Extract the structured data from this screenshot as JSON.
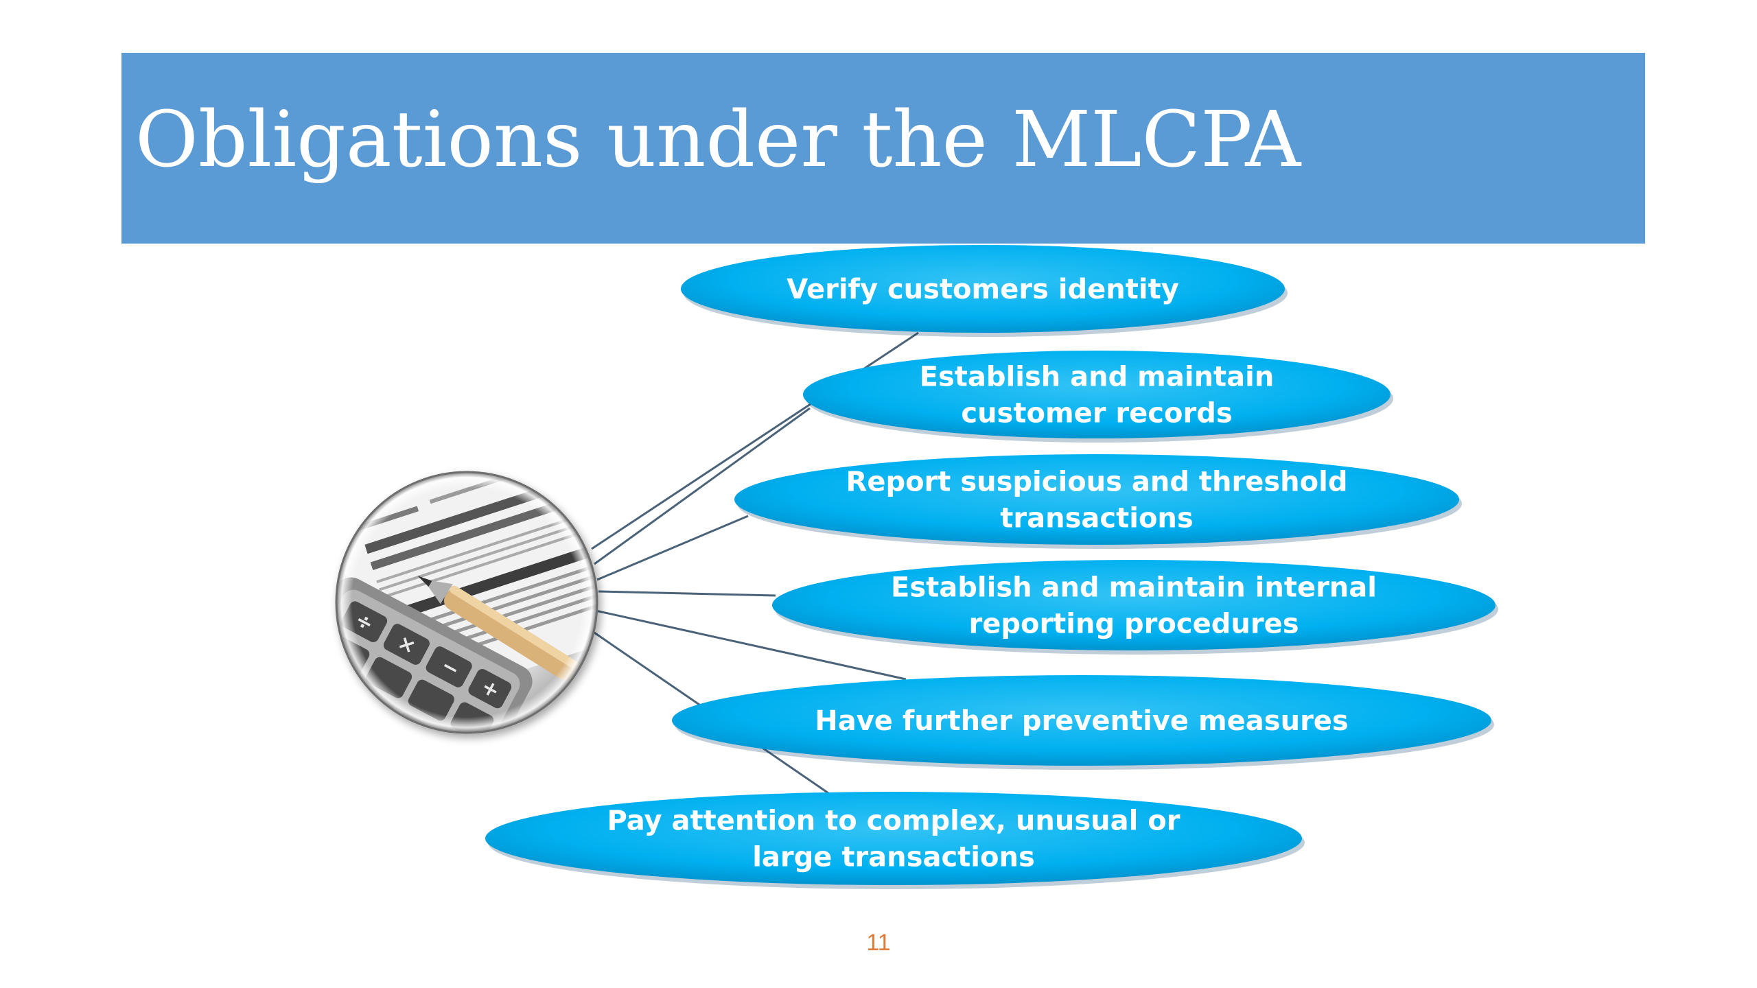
{
  "slide": {
    "title": "Obligations under the MLCPA",
    "page_number": "11"
  },
  "image": {
    "icon": "tax-form-calculator-pen-photo"
  },
  "nodes": [
    {
      "lines": [
        "Verify customers identity"
      ]
    },
    {
      "lines": [
        "Establish and maintain",
        "customer records"
      ]
    },
    {
      "lines": [
        "Report suspicious and threshold",
        "transactions"
      ]
    },
    {
      "lines": [
        "Establish and maintain internal",
        "reporting procedures"
      ]
    },
    {
      "lines": [
        "Have further preventive measures"
      ]
    },
    {
      "lines": [
        "Pay attention to complex, unusual or",
        "large transactions"
      ]
    }
  ],
  "colors": {
    "title_bar": "#5b9bd5",
    "ellipse_fill": "#00b0f0",
    "connector": "#4a6378",
    "page_number": "#e07b39"
  }
}
